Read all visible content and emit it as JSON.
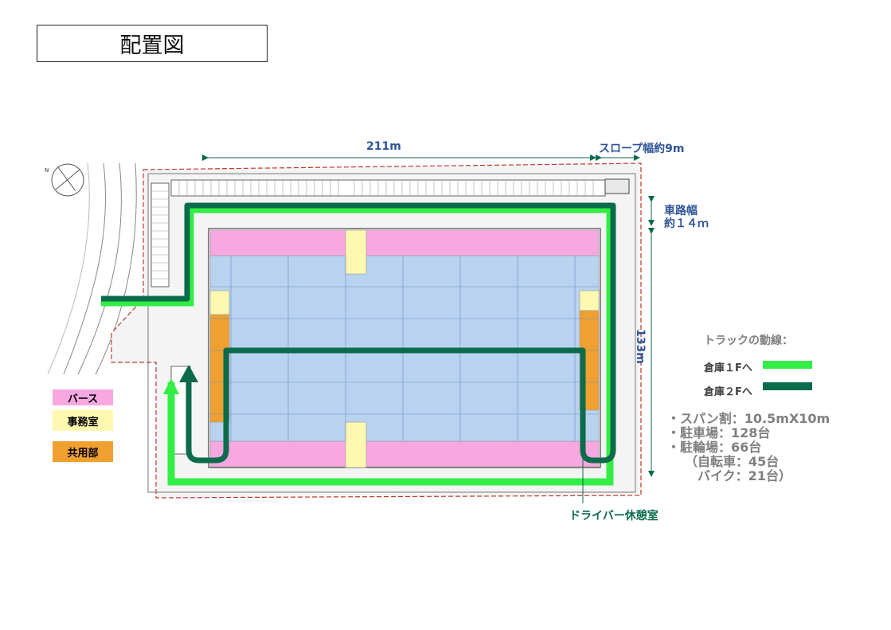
{
  "title": "配置図",
  "dimensions": {
    "width_label": "211m",
    "slope_label": "スロープ幅約9m",
    "road_width_line1": "車路幅",
    "road_width_line2": "約１４ｍ",
    "depth_label": "133m"
  },
  "routes": {
    "title": "トラックの動線：",
    "items": [
      {
        "label": "倉庫１Fへ",
        "color": "#33ee44"
      },
      {
        "label": "倉庫２Fへ",
        "color": "#0b6b4a"
      }
    ]
  },
  "stats": {
    "span": "・スパン割：10.5mX10m",
    "parking": "・駐車場：128台",
    "bicycle_parking": "・駐輪場：66台",
    "bicycles": "（自転車：45台",
    "bikes": "バイク：21台）"
  },
  "color_key": [
    {
      "label": "バース",
      "color": "#f7a8e0"
    },
    {
      "label": "事務室",
      "color": "#fff8b0"
    },
    {
      "label": "共用部",
      "color": "#f0a030"
    }
  ],
  "driver_rest_label": "ドライバー休憩室",
  "colors": {
    "warehouse_blue": "#b8d2f0",
    "berth_pink": "#f7a8e0",
    "office_yellow": "#fff8b0",
    "common_orange": "#f0a030",
    "route_light": "#33ee44",
    "route_dark": "#0b6b4a",
    "dimension_green": "#0b6b4a",
    "dimension_text": "#2f5597"
  }
}
